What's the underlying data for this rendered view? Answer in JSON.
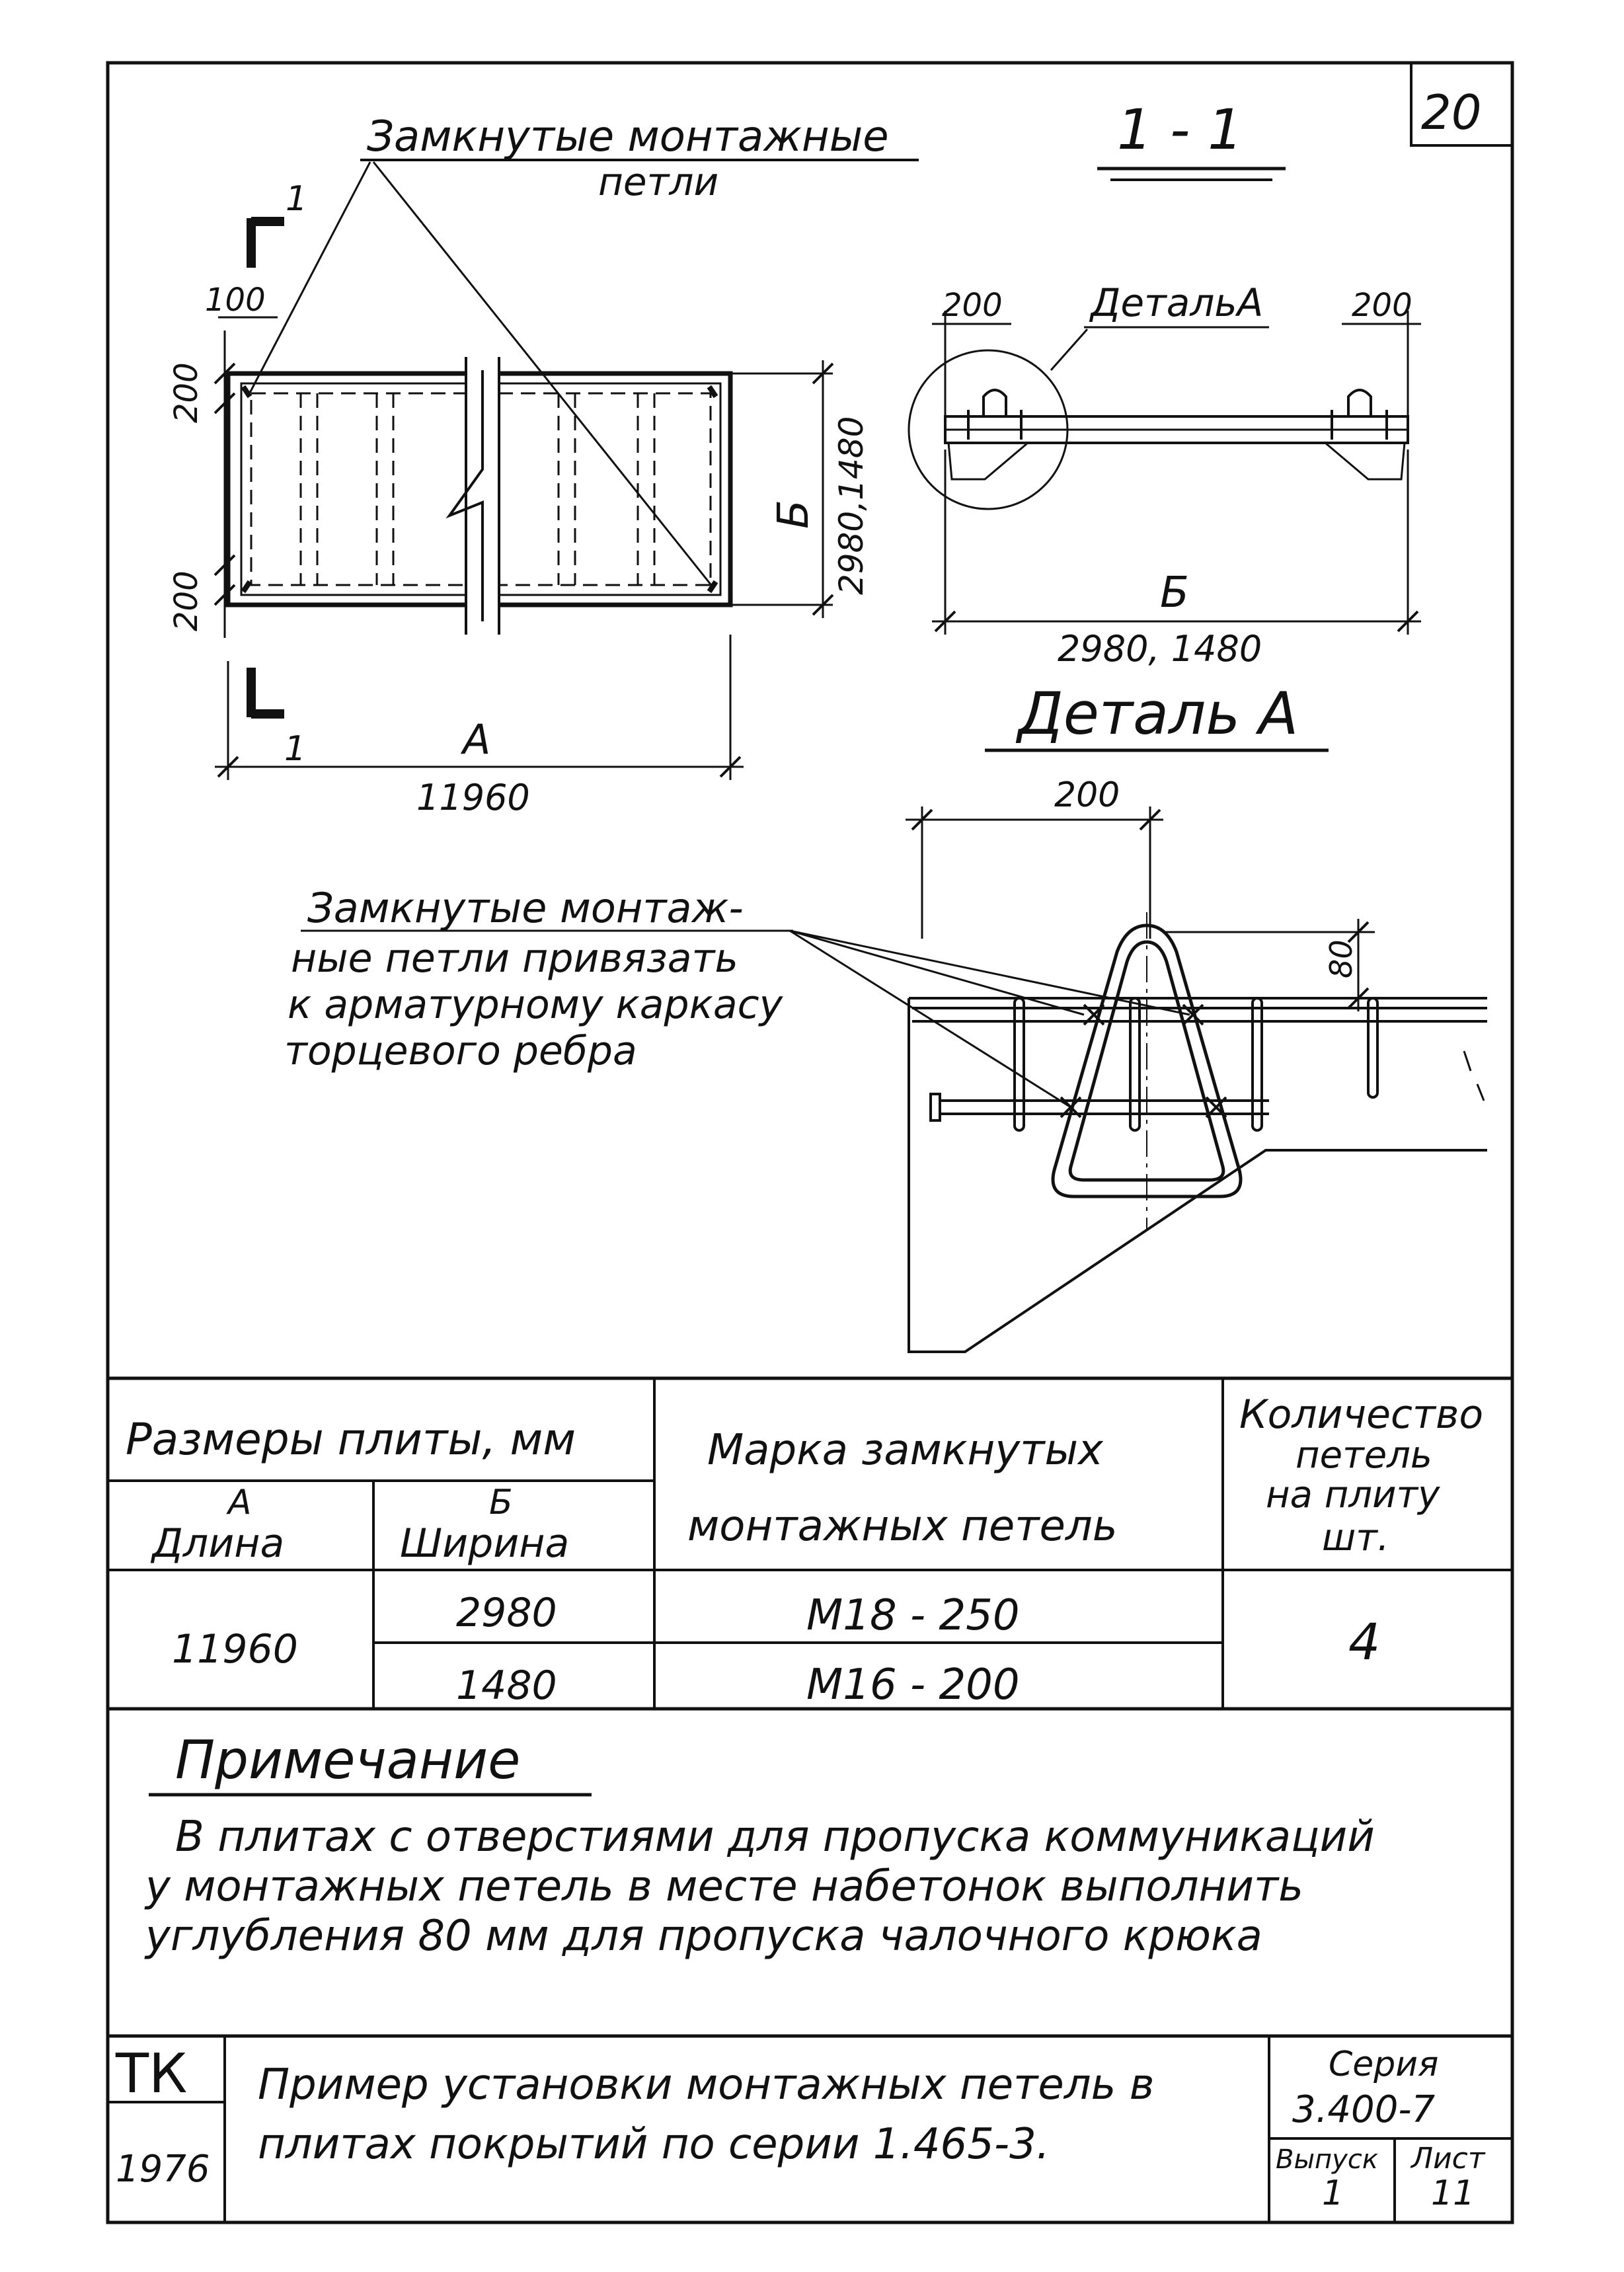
{
  "sheet_number": "20",
  "plan": {
    "loops_label_1": "Замкнутые монтажные",
    "loops_label_2": "петли",
    "section_mark": "1",
    "dim_edge": "100",
    "dim_top": "200",
    "dim_bottom": "200",
    "width_letter": "Б",
    "width_values": "2980,1480",
    "length_letter": "А",
    "length_value": "11960"
  },
  "section": {
    "title": "1 - 1",
    "detail_ref": "ДетальА",
    "dim_left": "200",
    "dim_right": "200",
    "width_letter": "Б",
    "width_values": "2980, 1480"
  },
  "detail": {
    "title": "Деталь А",
    "dim_width": "200",
    "dim_height": "80",
    "note_line_1": "Замкнутые монтаж-",
    "note_line_2": "ные петли привязать",
    "note_line_3": "к арматурному каркасу",
    "note_line_4": "торцевого ребра"
  },
  "table": {
    "col_sizes": "Размеры плиты, мм",
    "col_a_letter": "А",
    "col_a_name": "Длина",
    "col_b_letter": "Б",
    "col_b_name": "Ширина",
    "col_mark_1": "Марка замкнутых",
    "col_mark_2": "монтажных петель",
    "col_qty_1": "Количество",
    "col_qty_2": "петель",
    "col_qty_3": "на плиту",
    "col_qty_4": "шт.",
    "length_value": "11960",
    "row1_width": "2980",
    "row1_mark": "М18 - 250",
    "row2_width": "1480",
    "row2_mark": "М16 - 200",
    "qty_value": "4"
  },
  "note": {
    "heading": "Примечание",
    "line_1": "В плитах с отверстиями для пропуска коммуникаций",
    "line_2": "у монтажных петель в месте набетонок выполнить",
    "line_3": "углубления 80 мм для пропуска чалочного крюка"
  },
  "title_block": {
    "code": "ТК",
    "year": "1976",
    "title_line_1": "Пример установки монтажных петель в",
    "title_line_2": "плитах покрытий по серии 1.465-3.",
    "series_label": "Серия",
    "series_value": "3.400-7",
    "issue_label": "Выпуск",
    "issue_value": "1",
    "sheet_label": "Лист",
    "sheet_value": "11"
  }
}
